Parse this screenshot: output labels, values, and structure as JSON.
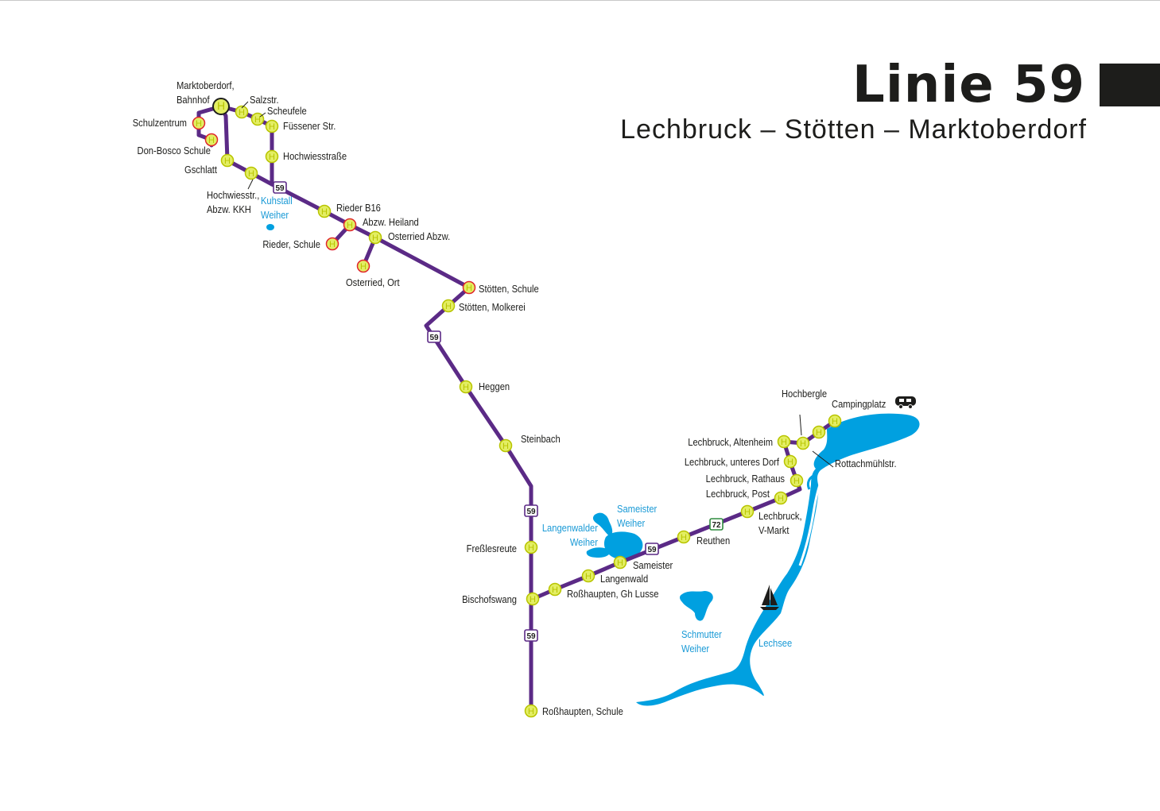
{
  "header": {
    "title": "Linie 59",
    "subtitle": "Lechbruck – Stötten – Marktoberdorf"
  },
  "colors": {
    "route": "#5b2a86",
    "stop_fill": "#e3ee63",
    "stop_ring": "#b8c400",
    "stop_alt_ring": "#e0262d",
    "water": "#00a0e0",
    "water_label": "#1a9ad6",
    "road_59": "#5b2a86",
    "road_72": "#2e8b3e",
    "text": "#1d1d1b"
  },
  "symbols": {
    "stop": "H",
    "road_numbers": [
      "59",
      "59",
      "59",
      "59",
      "59",
      "72"
    ]
  },
  "stops": [
    {
      "name": "Marktoberdorf,\nBahnhof",
      "type": "terminal"
    },
    {
      "name": "Salzstr.",
      "type": "regular"
    },
    {
      "name": "Scheufele",
      "type": "regular"
    },
    {
      "name": "Füssener Str.",
      "type": "regular"
    },
    {
      "name": "Hochwiesstraße",
      "type": "regular"
    },
    {
      "name": "Schulzentrum",
      "type": "alternate"
    },
    {
      "name": "Don-Bosco Schule",
      "type": "alternate"
    },
    {
      "name": "Gschlatt",
      "type": "regular"
    },
    {
      "name": "Hochwiesstr.,\nAbzw. KKH",
      "type": "regular"
    },
    {
      "name": "Rieder B16",
      "type": "regular"
    },
    {
      "name": "Abzw. Heiland",
      "type": "alternate"
    },
    {
      "name": "Rieder, Schule",
      "type": "alternate"
    },
    {
      "name": "Osterried Abzw.",
      "type": "regular"
    },
    {
      "name": "Osterried, Ort",
      "type": "alternate"
    },
    {
      "name": "Stötten, Schule",
      "type": "alternate"
    },
    {
      "name": "Stötten, Molkerei",
      "type": "regular"
    },
    {
      "name": "Heggen",
      "type": "regular"
    },
    {
      "name": "Steinbach",
      "type": "regular"
    },
    {
      "name": "Freßlesreute",
      "type": "regular"
    },
    {
      "name": "Bischofswang",
      "type": "regular"
    },
    {
      "name": "Roßhaupten, Schule",
      "type": "regular"
    },
    {
      "name": "Roßhaupten, Gh Lusse",
      "type": "regular"
    },
    {
      "name": "Langenwald",
      "type": "regular"
    },
    {
      "name": "Sameister",
      "type": "regular"
    },
    {
      "name": "Reuthen",
      "type": "regular"
    },
    {
      "name": "Lechbruck,\nV-Markt",
      "type": "regular"
    },
    {
      "name": "Lechbruck, Post",
      "type": "regular"
    },
    {
      "name": "Lechbruck, Rathaus",
      "type": "regular"
    },
    {
      "name": "Lechbruck, unteres Dorf",
      "type": "regular"
    },
    {
      "name": "Lechbruck, Altenheim",
      "type": "regular"
    },
    {
      "name": "Hochbergle",
      "type": "regular"
    },
    {
      "name": "Rottachmühlstr.",
      "type": "regular"
    },
    {
      "name": "Campingplatz",
      "type": "regular"
    }
  ],
  "waters": [
    {
      "name": "Kuhstall\nWeiher"
    },
    {
      "name": "Sameister\nWeiher"
    },
    {
      "name": "Langenwalder\nWeiher"
    },
    {
      "name": "Schmutter\nWeiher"
    },
    {
      "name": "Lechsee"
    }
  ],
  "icons": [
    "campervan-icon",
    "sailboat-icon"
  ]
}
